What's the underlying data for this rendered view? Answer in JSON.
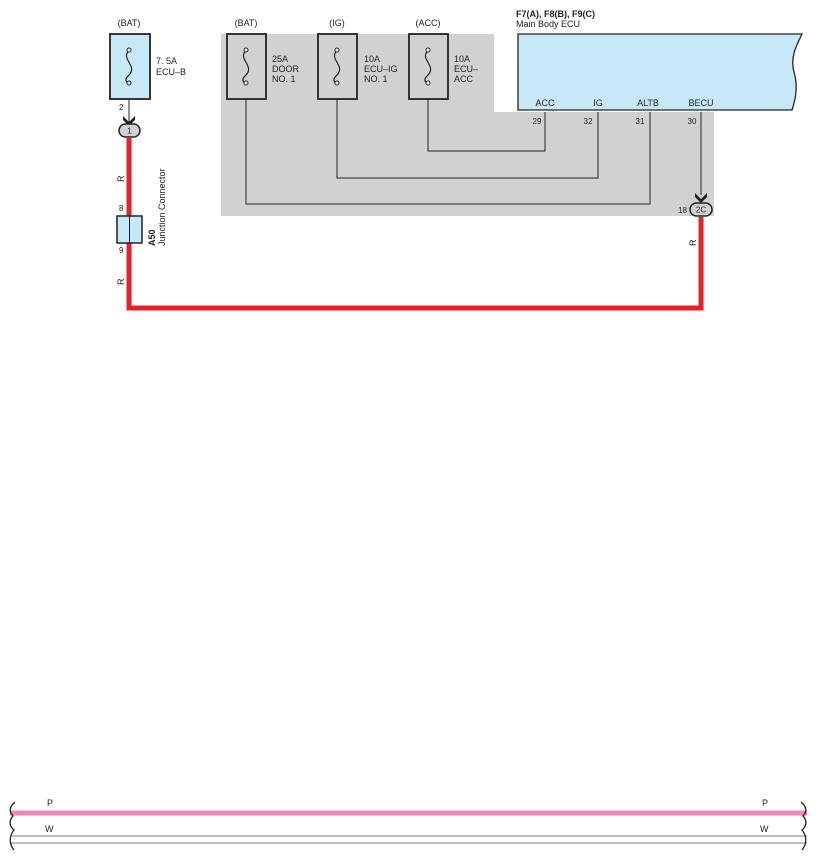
{
  "fuse_ecu_b": {
    "supply": "(BAT)",
    "rating": "7. 5A",
    "name": "ECU–B",
    "pin": "2"
  },
  "fuse_door": {
    "supply": "(BAT)",
    "rating": "25A",
    "name_line1": "DOOR",
    "name_line2": "NO. 1"
  },
  "fuse_ecu_ig": {
    "supply": "(IG)",
    "rating": "10A",
    "name_line1": "ECU–IG",
    "name_line2": "NO. 1"
  },
  "fuse_ecu_acc": {
    "supply": "(ACC)",
    "rating": "10A",
    "name_line1": "ECU–",
    "name_line2": "ACC"
  },
  "ecu": {
    "connectors": "F7(A), F8(B), F9(C)",
    "name": "Main Body ECU",
    "terminals": [
      {
        "label": "ACC",
        "pin": "29"
      },
      {
        "label": "IG",
        "pin": "32"
      },
      {
        "label": "ALTB",
        "pin": "31"
      },
      {
        "label": "BECU",
        "pin": "30"
      }
    ]
  },
  "junction_1": {
    "label": "1"
  },
  "junction_2c": {
    "label": "2C",
    "pin": "18"
  },
  "junction_connector": {
    "id": "A50",
    "name": "Junction Connector",
    "pin_in": "8",
    "pin_out": "9"
  },
  "wires": {
    "left_top": "R",
    "left_bottom": "R",
    "right": "R"
  },
  "colors": {
    "wire_red": "#e8202a",
    "wire_pink": "#ef88b2",
    "fuse_fill": "#c7e8f7",
    "gray_box": "#d0d1d3"
  },
  "bottom_bar": {
    "wire1_left": "P",
    "wire1_right": "P",
    "wire2_left": "W",
    "wire2_right": "W"
  }
}
